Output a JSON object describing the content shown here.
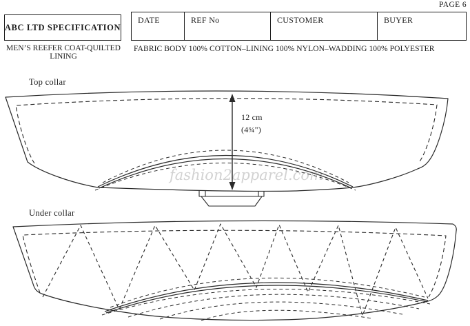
{
  "page": {
    "number_label": "PAGE 6"
  },
  "header": {
    "spec_title": "ABC LTD SPECIFICATION",
    "garment_title": "MEN’S REEFER COAT-QUILTED LINING",
    "fabric_note": "FABRIC BODY 100% COTTON–LINING 100% NYLON–WADDING 100% POLYESTER",
    "table": {
      "columns": [
        "DATE",
        "REF No",
        "CUSTOMER",
        "BUYER"
      ],
      "values": [
        "",
        "",
        "",
        ""
      ]
    }
  },
  "diagrams": {
    "top_collar": {
      "label": "Top collar",
      "dimension": {
        "metric": "12 cm",
        "imperial": "(4¾\")"
      }
    },
    "under_collar": {
      "label": "Under collar"
    },
    "watermark": "fashion2apparel.com"
  },
  "colors": {
    "ink": "#1c1c1c",
    "line": "#2a2a2a",
    "watermark": "#d2d2d2",
    "background": "#ffffff"
  }
}
